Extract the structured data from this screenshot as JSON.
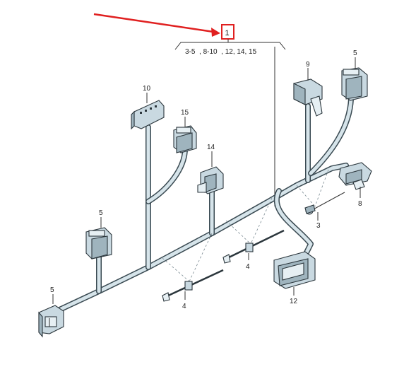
{
  "callout": {
    "number": "1",
    "range": "3-5  , 8-10  , 12, 14, 15"
  },
  "labels": {
    "p3": "3",
    "p4a": "4",
    "p4b": "4",
    "p5_top": "5",
    "p5_left_mid": "5",
    "p5_left_bottom": "5",
    "p8": "8",
    "p9": "9",
    "p10": "10",
    "p12": "12",
    "p14": "14",
    "p15": "15"
  },
  "colors": {
    "arrow": "#e02020",
    "box": "#e02020"
  }
}
